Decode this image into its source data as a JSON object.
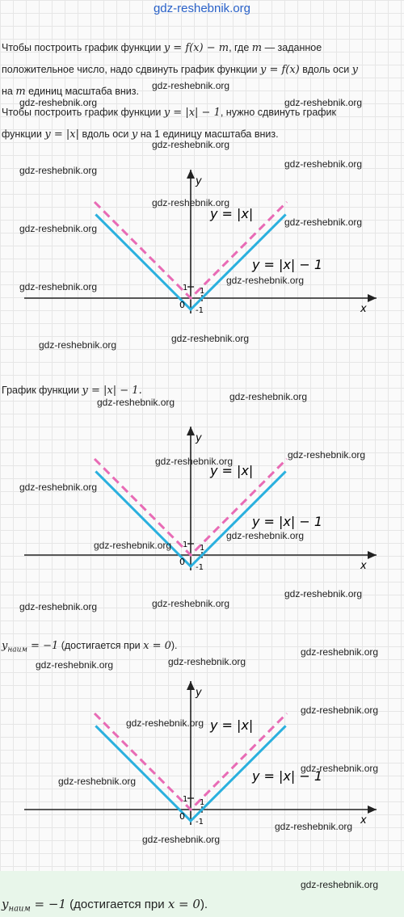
{
  "header": {
    "site": "gdz-reshebnik.org"
  },
  "watermark": "gdz-reshebnik.org",
  "text": {
    "p1_a": "Чтобы построить график функции ",
    "p1_m1": "y = f(x) − m",
    "p1_b": ", где ",
    "p1_m2": "m",
    "p1_c": " — заданное",
    "p1_line2_a": "положительное число, надо сдвинуть график функции ",
    "p1_m3": "y = f(x)",
    "p1_line2_b": " вдоль оси ",
    "p1_m4": "y",
    "p1_line3_a": "на ",
    "p1_m5": "m",
    "p1_line3_b": " единиц масштаба вниз.",
    "p2_a": "Чтобы построить график функции ",
    "p2_m1": "y = |x| − 1",
    "p2_b": ", нужно сдвинуть график",
    "p2_line2_a": "функции ",
    "p2_m2": "y = |x|",
    "p2_line2_b": " вдоль оси ",
    "p2_m3": "y",
    "p2_line2_c": " на 1 единицу масштаба вниз.",
    "caption_a": "График функции ",
    "caption_m": "y = |x| − 1.",
    "min_m1": "y",
    "min_sub": "наим",
    "min_m2": " = −1",
    "min_b": " (достигается при ",
    "min_m3": "x = 0",
    "min_c": ")."
  },
  "graph": {
    "axis_x_label": "x",
    "axis_y_label": "y",
    "origin_label": "0",
    "tick_x_label": "1",
    "tick_y_label": "1",
    "tick_neg_label": "-1",
    "label_abs": "y = |x|",
    "label_shifted": "y = |x| − 1",
    "colors": {
      "abs": "#e86bb5",
      "shifted": "#2ab0de",
      "axis": "#222222"
    }
  }
}
